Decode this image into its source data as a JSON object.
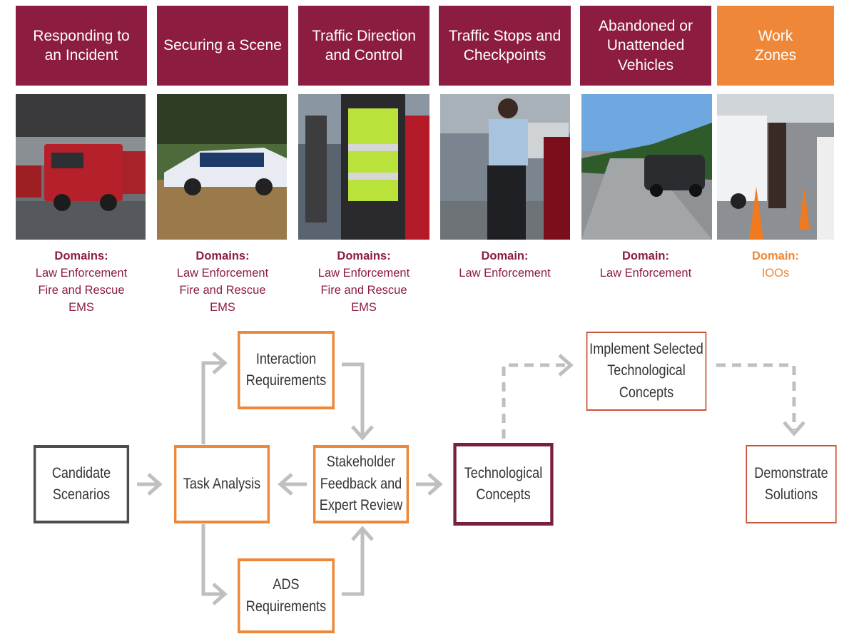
{
  "scenarios": [
    {
      "title": "Responding to\nan Incident",
      "domain_label": "Domains:",
      "domains": [
        "Law Enforcement",
        "Fire and Rescue",
        "EMS"
      ]
    },
    {
      "title": "Securing a Scene",
      "domain_label": "Domains:",
      "domains": [
        "Law Enforcement",
        "Fire and Rescue",
        "EMS"
      ]
    },
    {
      "title": "Traffic Direction\nand Control",
      "domain_label": "Domains:",
      "domains": [
        "Law Enforcement",
        "Fire and Rescue",
        "EMS"
      ]
    },
    {
      "title": "Traffic Stops and\nCheckpoints",
      "domain_label": "Domain:",
      "domains": [
        "Law Enforcement"
      ]
    },
    {
      "title": "Abandoned or\nUnattended\nVehicles",
      "domain_label": "Domain:",
      "domains": [
        "Law Enforcement"
      ]
    },
    {
      "title": "Work\nZones",
      "domain_label": "Domain:",
      "domains": [
        "IOOs"
      ]
    }
  ],
  "flow": {
    "candidate_scenarios": "Candidate\nScenarios",
    "task_analysis": "Task Analysis",
    "interaction_requirements": "Interaction\nRequirements",
    "ads_requirements": "ADS\nRequirements",
    "stakeholder_feedback": "Stakeholder\nFeedback and\nExpert Review",
    "technological_concepts": "Technological\nConcepts",
    "implement_selected": "Implement Selected\nTechnological\nConcepts",
    "demonstrate_solutions": "Demonstrate\nSolutions"
  },
  "colors": {
    "maroon": "#8c1d40",
    "orange": "#ee8737",
    "arrow_gray": "#bfbfbf",
    "box_gray": "#4d4d4d"
  }
}
